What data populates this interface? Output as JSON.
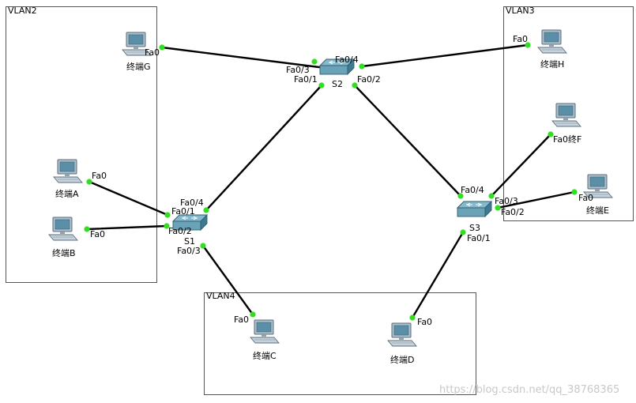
{
  "colors": {
    "link": "#000000",
    "port_dot": "#33dd22",
    "box": "#555555",
    "pc_body": "#9fb4c2",
    "pc_screen": "#5d90aa",
    "switch_top": "#6fa8bd",
    "switch_side": "#3f7a90"
  },
  "vlans": [
    {
      "id": "vlan2",
      "label": "VLAN2"
    },
    {
      "id": "vlan3",
      "label": "VLAN3"
    },
    {
      "id": "vlan4",
      "label": "VLAN4"
    }
  ],
  "switches": [
    {
      "id": "s1",
      "label": "S1",
      "icon": "switch-icon"
    },
    {
      "id": "s2",
      "label": "S2",
      "icon": "switch-icon"
    },
    {
      "id": "s3",
      "label": "S3",
      "icon": "switch-icon"
    }
  ],
  "hosts": [
    {
      "id": "g",
      "label": "终端G",
      "icon": "pc-icon"
    },
    {
      "id": "h",
      "label": "终端H",
      "icon": "pc-icon"
    },
    {
      "id": "f",
      "label": "Fa0终F",
      "icon": "pc-icon"
    },
    {
      "id": "e",
      "label": "终端E",
      "icon": "pc-icon"
    },
    {
      "id": "a",
      "label": "终端A",
      "icon": "pc-icon"
    },
    {
      "id": "b",
      "label": "终端B",
      "icon": "pc-icon"
    },
    {
      "id": "c",
      "label": "终端C",
      "icon": "pc-icon"
    },
    {
      "id": "d",
      "label": "终端D",
      "icon": "pc-icon"
    }
  ],
  "links": [
    {
      "id": "g-s2",
      "a_port": "Fa0",
      "b_port": "Fa0/3"
    },
    {
      "id": "s2-h",
      "a_port": "Fa0/4",
      "b_port": "Fa0"
    },
    {
      "id": "s2-s1",
      "a_port": "Fa0/1",
      "b_port": "Fa0/4"
    },
    {
      "id": "s2-s3",
      "a_port": "Fa0/2",
      "b_port": "Fa0/4"
    },
    {
      "id": "a-s1",
      "a_port": "Fa0",
      "b_port": "Fa0/1"
    },
    {
      "id": "b-s1",
      "a_port": "Fa0",
      "b_port": "Fa0/2"
    },
    {
      "id": "s1-c",
      "a_port": "Fa0/3",
      "b_port": "Fa0"
    },
    {
      "id": "s3-f",
      "a_port": "Fa0/3",
      "b_port": ""
    },
    {
      "id": "s3-e",
      "a_port": "Fa0/2",
      "b_port": "Fa0"
    },
    {
      "id": "s3-d",
      "a_port": "Fa0/1",
      "b_port": "Fa0"
    }
  ],
  "watermark": "https://blog.csdn.net/qq_38768365"
}
